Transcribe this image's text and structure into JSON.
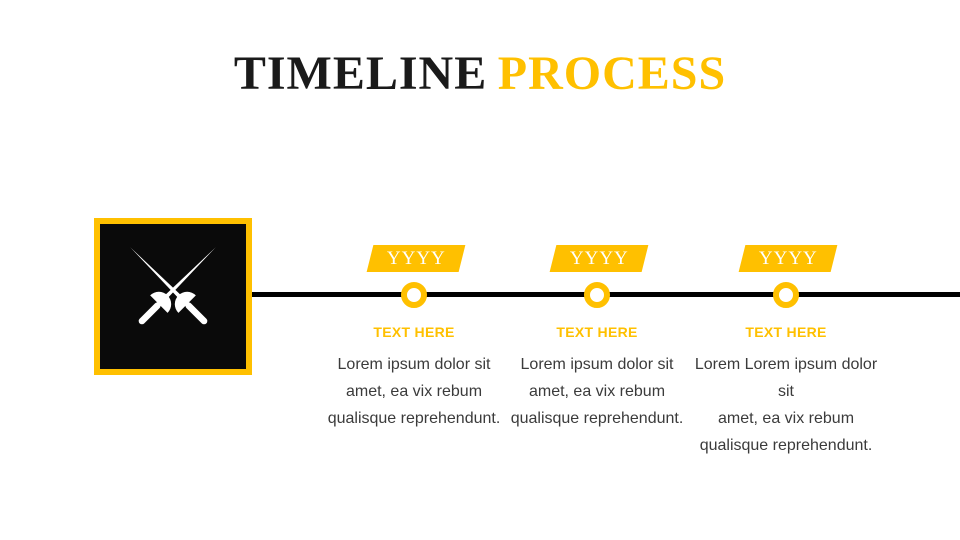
{
  "title": {
    "black": "TIMELINE",
    "accent": "PROCESS"
  },
  "icon": {
    "name": "crossed-fencing-swords-icon"
  },
  "milestones": [
    {
      "year": "YYYY",
      "heading": "TEXT HERE",
      "lines": [
        "Lorem ipsum dolor sit",
        "amet, ea vix rebum",
        "qualisque reprehendunt."
      ]
    },
    {
      "year": "YYYY",
      "heading": "TEXT HERE",
      "lines": [
        "Lorem ipsum dolor sit",
        "amet, ea vix rebum",
        "qualisque reprehendunt."
      ]
    },
    {
      "year": "YYYY",
      "heading": "TEXT HERE",
      "lines": [
        "Lorem Lorem ipsum dolor sit",
        "amet, ea vix rebum",
        "qualisque reprehendunt."
      ]
    }
  ],
  "colors": {
    "accent_gold": "#FFC000",
    "timeline_black": "#000000",
    "icon_bg": "#0A0A0A",
    "title_dark": "#1A1A1A",
    "body_gray": "#3B3B3B",
    "white": "#FFFFFF"
  }
}
